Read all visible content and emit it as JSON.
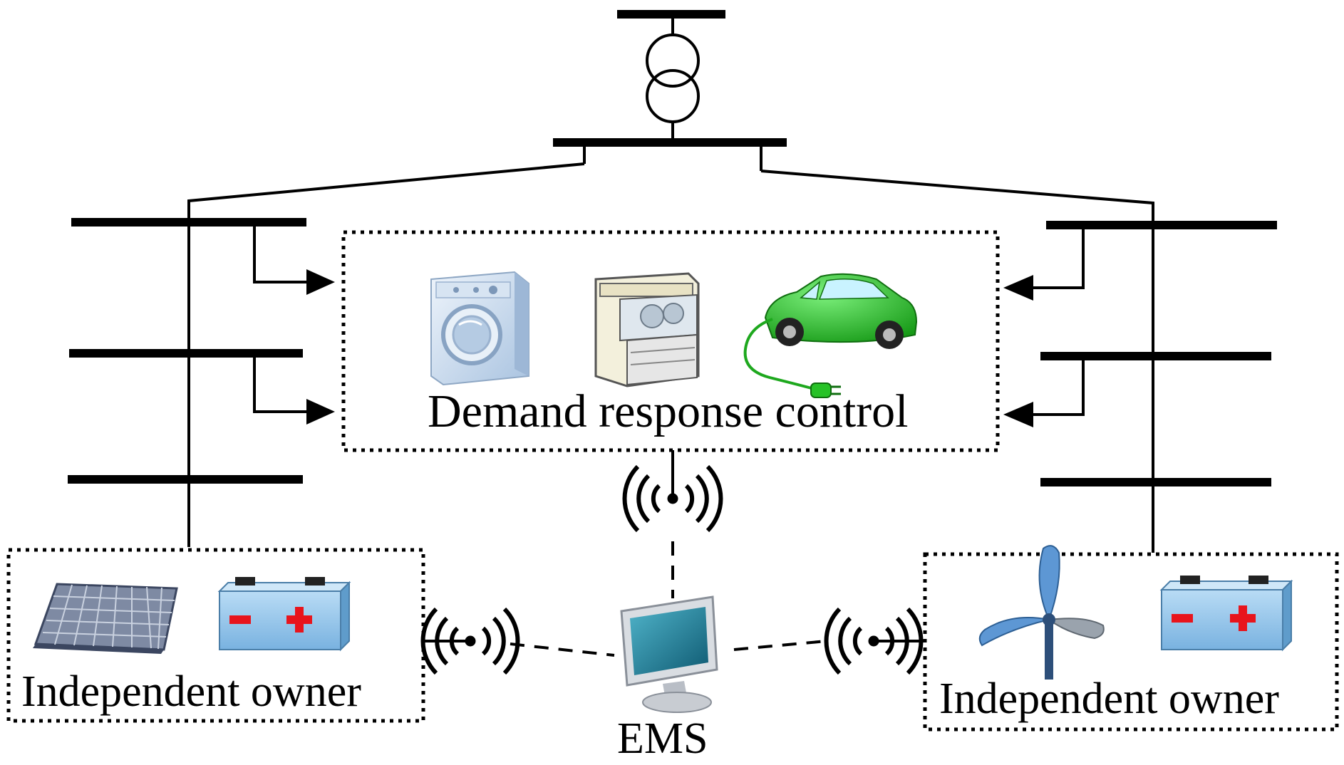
{
  "diagram": {
    "demand_response": {
      "label": "Demand response control"
    },
    "owner_left": {
      "label": "Independent owner"
    },
    "owner_right": {
      "label": "Independent owner"
    },
    "ems": {
      "label": "EMS"
    }
  },
  "colors": {
    "line": "#000000",
    "appliance_blue": "#b9cfe6",
    "car_green": "#2fc12f",
    "battery_blue": "#8fc3e9",
    "battery_sign_red": "#e8141c",
    "solar_panel": "#5b6b8a",
    "turbine_blue": "#5d97d4",
    "screen_teal": "#1f7f96"
  },
  "icons": [
    "transformer-icon",
    "washing-machine-icon",
    "dishwasher-icon",
    "electric-car-icon",
    "solar-panel-icon",
    "battery-icon",
    "wind-turbine-icon",
    "wireless-antenna-icon",
    "computer-monitor-icon"
  ]
}
